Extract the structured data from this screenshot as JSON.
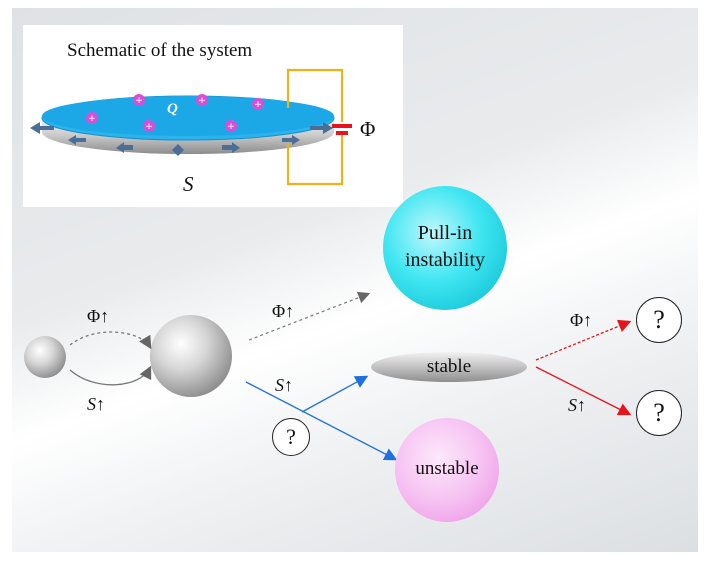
{
  "inset": {
    "title": "Schematic of the system",
    "charge_label": "Q",
    "potential_label": "Φ",
    "area_label": "S"
  },
  "flow": {
    "phi_up": "Φ↑",
    "s_up": "S↑",
    "unknown": "?"
  },
  "outcomes": {
    "pull_in": "Pull-in instability",
    "stable": "stable",
    "unstable": "unstable"
  },
  "colors": {
    "disk_blue": "#1aa9e8",
    "charge_magenta": "#d64fd6",
    "wire_orange": "#f0b21a",
    "battery_red": "#e8141c",
    "pull_in_cyan": "#2fe0ee",
    "unstable_pink": "#f3b8f0",
    "arrow_blue": "#1f6fe0",
    "arrow_red": "#e3161c",
    "arrow_gray": "#666666"
  }
}
